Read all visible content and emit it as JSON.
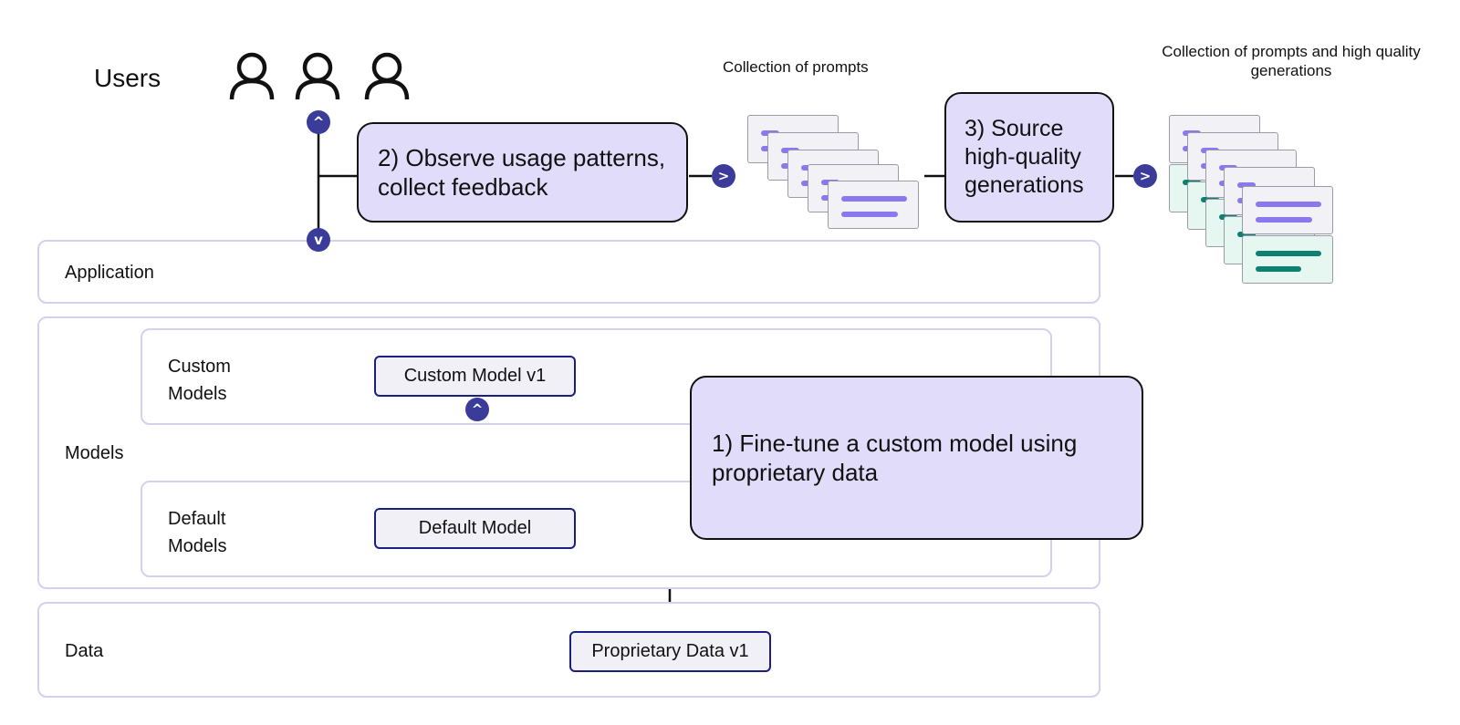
{
  "users": {
    "label": "Users",
    "icons": [
      "user-icon",
      "user-icon",
      "user-icon"
    ]
  },
  "steps": {
    "observe": "2) Observe usage patterns,\ncollect feedback",
    "source": "3) Source\nhigh-quality\ngenerations",
    "finetune": "1) Fine-tune a custom model using\nproprietary data"
  },
  "collections": {
    "prompts": "Collection of prompts",
    "prompts_and_generations": "Collection of prompts and high quality\ngenerations"
  },
  "layers": {
    "application": "Application",
    "models": "Models",
    "custom_models": "Custom\nModels",
    "default_models": "Default\nModels",
    "data": "Data"
  },
  "boxes": {
    "custom_model": "Custom Model v1",
    "default_model": "Default Model",
    "proprietary_data": "Proprietary Data v1"
  },
  "badges": {
    "up": "^",
    "down": "v",
    "right": ">"
  },
  "colors": {
    "step_fill": "#e2dcfb",
    "badge": "#3b3c9a",
    "layer_border": "#d4d1ee",
    "model_border": "#1a1f80",
    "prompt_line": "#8a78ee",
    "generation_line": "#0d8070"
  }
}
